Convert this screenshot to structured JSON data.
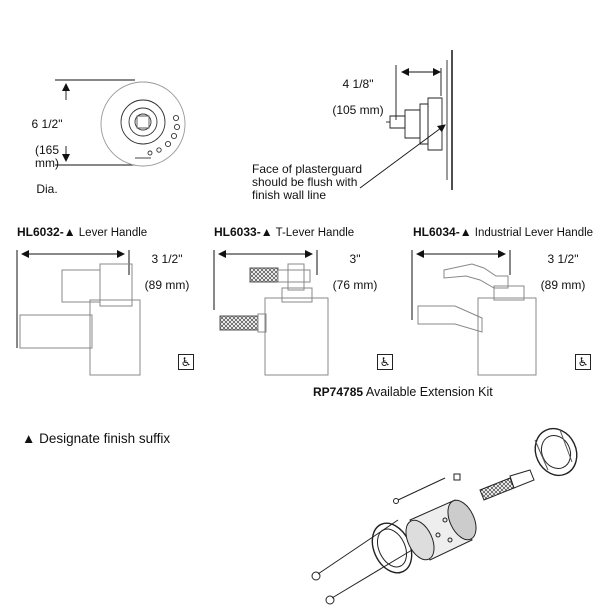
{
  "trim_dimension": {
    "size": "6 1/2\"",
    "metric": "(165 mm)",
    "suffix": "Dia."
  },
  "wall_dimension": {
    "size": "4 1/8\"",
    "metric": "(105 mm)"
  },
  "wall_note": "Face of plasterguard\nshould be flush with\nfinish wall line",
  "handles": [
    {
      "model": "HL6032-",
      "symbol": "▲",
      "name": " Lever Handle",
      "size": "3 1/2\"",
      "metric": "(89 mm)"
    },
    {
      "model": "HL6033-",
      "symbol": "▲",
      "name": " T-Lever Handle",
      "size": "3\"",
      "metric": "(76 mm)"
    },
    {
      "model": "HL6034-",
      "symbol": "▲",
      "name": " Industrial Lever Handle",
      "size": "3 1/2\"",
      "metric": "(89 mm)"
    }
  ],
  "accessible_icon": "wheelchair-icon",
  "extension_kit": {
    "model": "RP74785",
    "label": " Available Extension Kit"
  },
  "finish_note": "▲ Designate finish suffix"
}
